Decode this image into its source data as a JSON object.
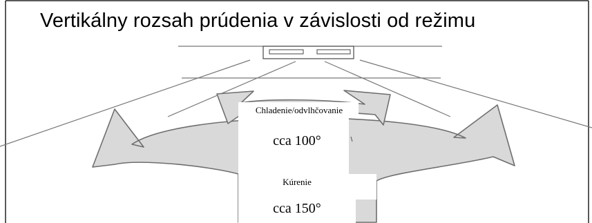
{
  "title": "Vertikálny rozsah prúdenia v závislosti od režimu",
  "modes": {
    "cooling": {
      "label": "Chladenie/odvlhčovanie",
      "angle": "cca 100°"
    },
    "heating": {
      "label": "Kúrenie",
      "angle": "cca 150°"
    }
  },
  "colors": {
    "arrow_fill": "#d9d9d9",
    "arrow_stroke": "#6e6e6e",
    "line": "#777777",
    "frame": "#222222"
  }
}
